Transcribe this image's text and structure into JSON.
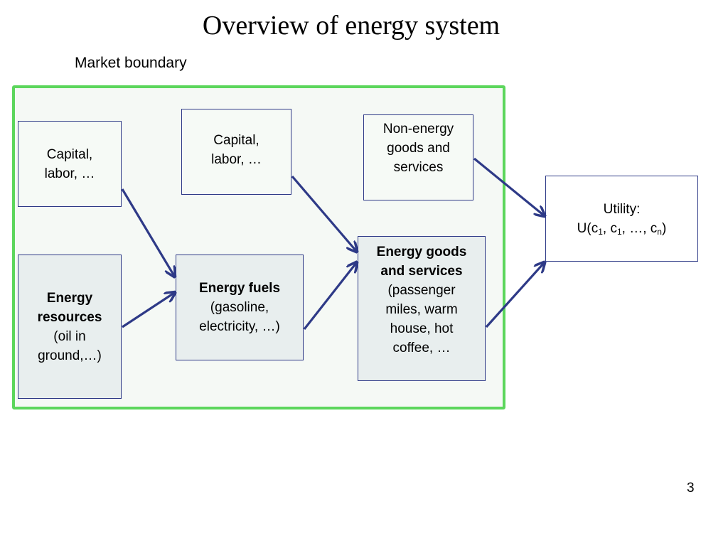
{
  "title": "Overview of energy system",
  "boundary_label": "Market boundary",
  "page_number": "3",
  "boxes": {
    "capital_left": {
      "lines": [
        "Capital,",
        "labor, …"
      ]
    },
    "capital_mid": {
      "lines": [
        "Capital,",
        "labor, …"
      ]
    },
    "non_energy": {
      "lines": [
        "Non-energy",
        "goods and",
        "services"
      ]
    },
    "energy_resources": {
      "bold": [
        "Energy",
        "resources"
      ],
      "lines": [
        "(oil in",
        "ground,…)"
      ]
    },
    "energy_fuels": {
      "bold": [
        "Energy fuels"
      ],
      "lines": [
        "(gasoline,",
        "electricity, …)"
      ]
    },
    "energy_goods": {
      "bold": [
        "Energy goods",
        "and services"
      ],
      "lines": [
        "(passenger",
        "miles, warm",
        "house, hot",
        "coffee, …"
      ]
    },
    "utility": {
      "line1": "Utility:",
      "formula": {
        "prefix": "U(c",
        "s1": "1",
        "mid1": ", c",
        "s2": "1",
        "mid2": ", …, c",
        "s3": "n",
        "suffix": ")"
      }
    }
  },
  "colors": {
    "boundary": "#5cd65c",
    "box_border": "#2e3a87",
    "arrow": "#2e3a87"
  }
}
